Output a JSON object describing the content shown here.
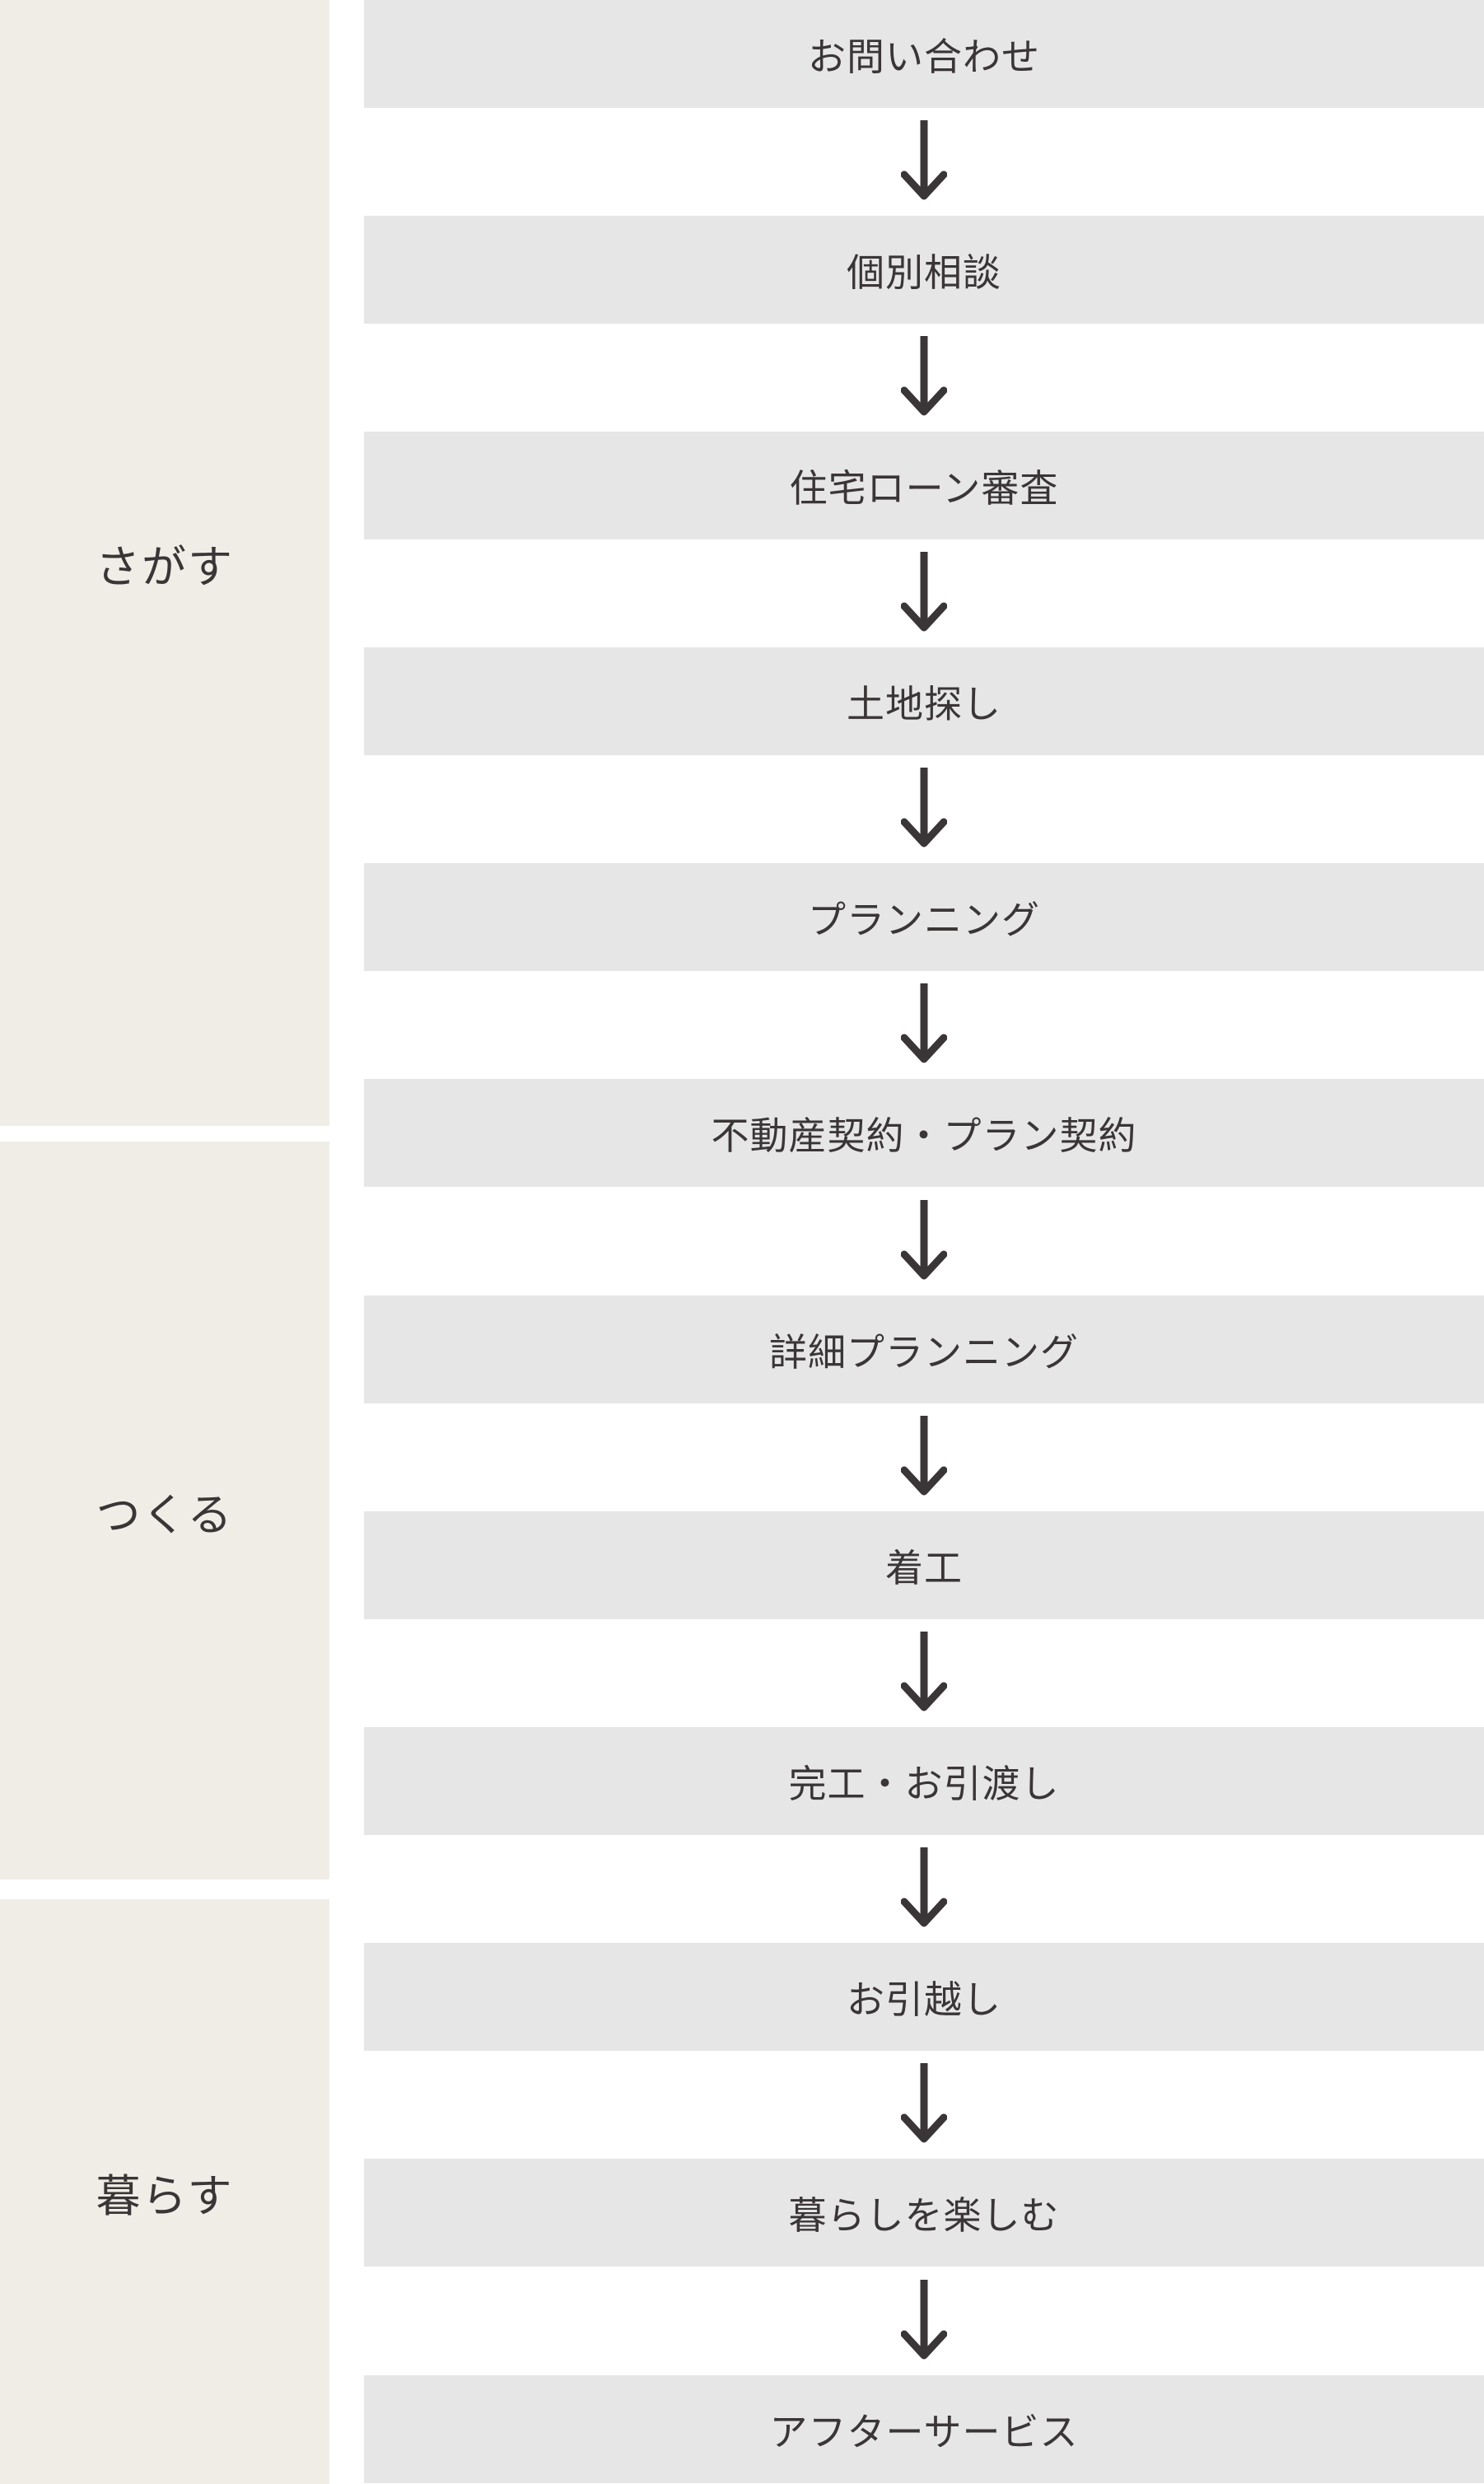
{
  "phases": [
    {
      "label": "さがす"
    },
    {
      "label": "つくる"
    },
    {
      "label": "暮らす"
    }
  ],
  "steps": [
    {
      "label": "お問い合わせ"
    },
    {
      "label": "個別相談"
    },
    {
      "label": "住宅ローン審査"
    },
    {
      "label": "土地探し"
    },
    {
      "label": "プランニング"
    },
    {
      "label": "不動産契約・プラン契約"
    },
    {
      "label": "詳細プランニング"
    },
    {
      "label": "着工"
    },
    {
      "label": "完工・お引渡し"
    },
    {
      "label": "お引越し"
    },
    {
      "label": "暮らしを楽しむ"
    },
    {
      "label": "アフターサービス"
    }
  ],
  "colors": {
    "phase_bg": "#f0ede7",
    "step_bg": "#e6e6e6",
    "text": "#3a3536",
    "arrow": "#3a3536"
  },
  "icons": {
    "connector": "down-arrow-icon"
  }
}
